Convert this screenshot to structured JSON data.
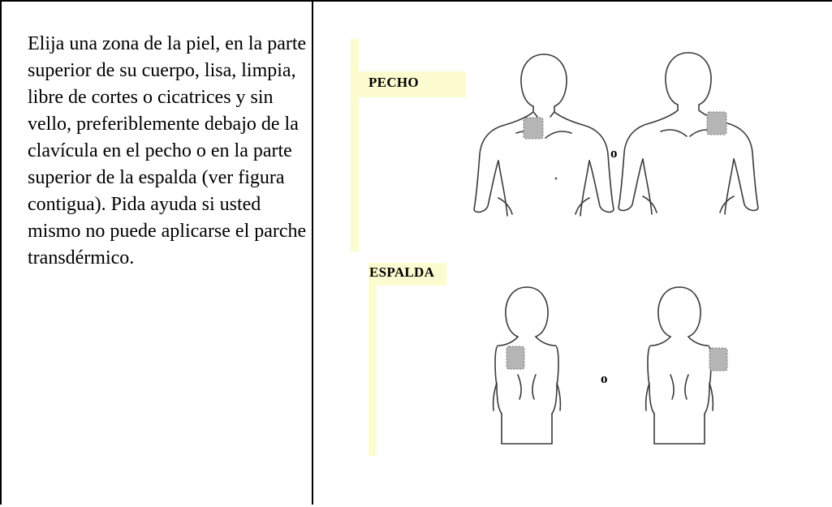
{
  "instruction_text": "Elija una zona de la piel, en la parte superior de su cuerpo, lisa, limpia, libre de cortes o cicatrices y sin vello, preferiblemente debajo de la clavícula en el pecho o en la parte superior de la espalda (ver figura contigua). Pida ayuda si usted mismo no puede aplicarse el parche transdérmico.",
  "figure": {
    "chest_label": "PECHO",
    "back_label": "ESPALDA",
    "or_label": "o",
    "accent_color": "#fdfbd0",
    "patch_color": "#b5b5b5"
  }
}
